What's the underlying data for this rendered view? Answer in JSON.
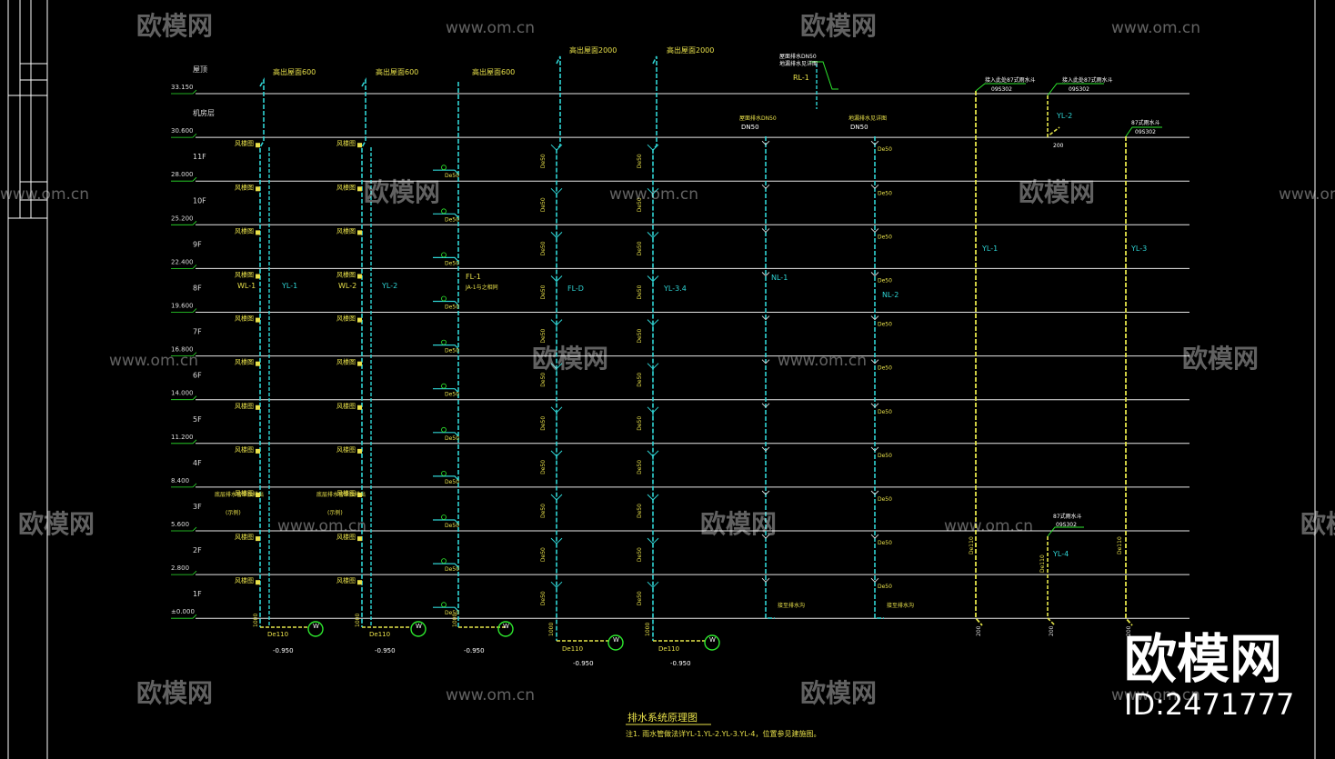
{
  "drawing": {
    "title": "排水系统原理图",
    "note": "注1. 雨水管做法详YL-1.YL-2.YL-3.YL-4，位置参见建施图。"
  },
  "watermark": {
    "site": "www.om.cn",
    "brand": "欧模网",
    "id_text": "ID:2471777"
  },
  "floors": [
    {
      "name": "屋顶",
      "elev": "33.150"
    },
    {
      "name": "机房层",
      "elev": "30.600"
    },
    {
      "name": "11F",
      "elev": "28.000"
    },
    {
      "name": "10F",
      "elev": "25.200"
    },
    {
      "name": "9F",
      "elev": "22.400"
    },
    {
      "name": "8F",
      "elev": "19.600"
    },
    {
      "name": "7F",
      "elev": "16.800"
    },
    {
      "name": "6F",
      "elev": "14.000"
    },
    {
      "name": "5F",
      "elev": "11.200"
    },
    {
      "name": "4F",
      "elev": "8.400"
    },
    {
      "name": "3F",
      "elev": "5.600"
    },
    {
      "name": "2F",
      "elev": "2.800"
    },
    {
      "name": "1F",
      "elev": "±0.000"
    }
  ],
  "top_labels": [
    "高出屋面600",
    "高出屋面600",
    "高出屋面600",
    "高出屋面2000",
    "高出屋面2000"
  ],
  "pipe_labels": {
    "wl1": "WL-1",
    "yl1s": "YL-1",
    "wl2": "WL-2",
    "yl2s": "YL-2",
    "fl1": "FL-1",
    "fl1note": "JA-1与之相同",
    "fld": "FL-D",
    "yl34": "YL-3.4",
    "nl1": "NL-1",
    "nl2": "NL-2",
    "rl1": "RL-1",
    "yl1": "YL-1",
    "yl2": "YL-2",
    "yl3": "YL-3",
    "yl4": "YL-4"
  },
  "annotations": {
    "fenglou": "风楼图",
    "basement_note": "底层排水管单独排出",
    "basement_note2": "(示例)",
    "dn50": "DN50",
    "de50": "De50",
    "de110": "De110",
    "len1000": "1000",
    "len200": "200",
    "out_elev": "-0.950",
    "w_mark": "W",
    "std_a": "87式雨水斗",
    "std_b": "09S302",
    "rl_note_a": "屋面排水DN50",
    "rl_note_b": "地漏排水见详图",
    "drain_a": "接至排水沟",
    "drain_b": "接至排水沟",
    "yl_top_a": "接入此处87式雨水斗",
    "yl_top_b": "接入此处87式雨水斗"
  },
  "colors": {
    "floor_line": "#e8e8e8",
    "pipe_cyan": "#2fd4d4",
    "pipe_yellow": "#e5e54a",
    "text_yellow": "#e8e04a",
    "text_white": "#dddddd",
    "green": "#2ee82e",
    "frame": "#ffffff"
  }
}
